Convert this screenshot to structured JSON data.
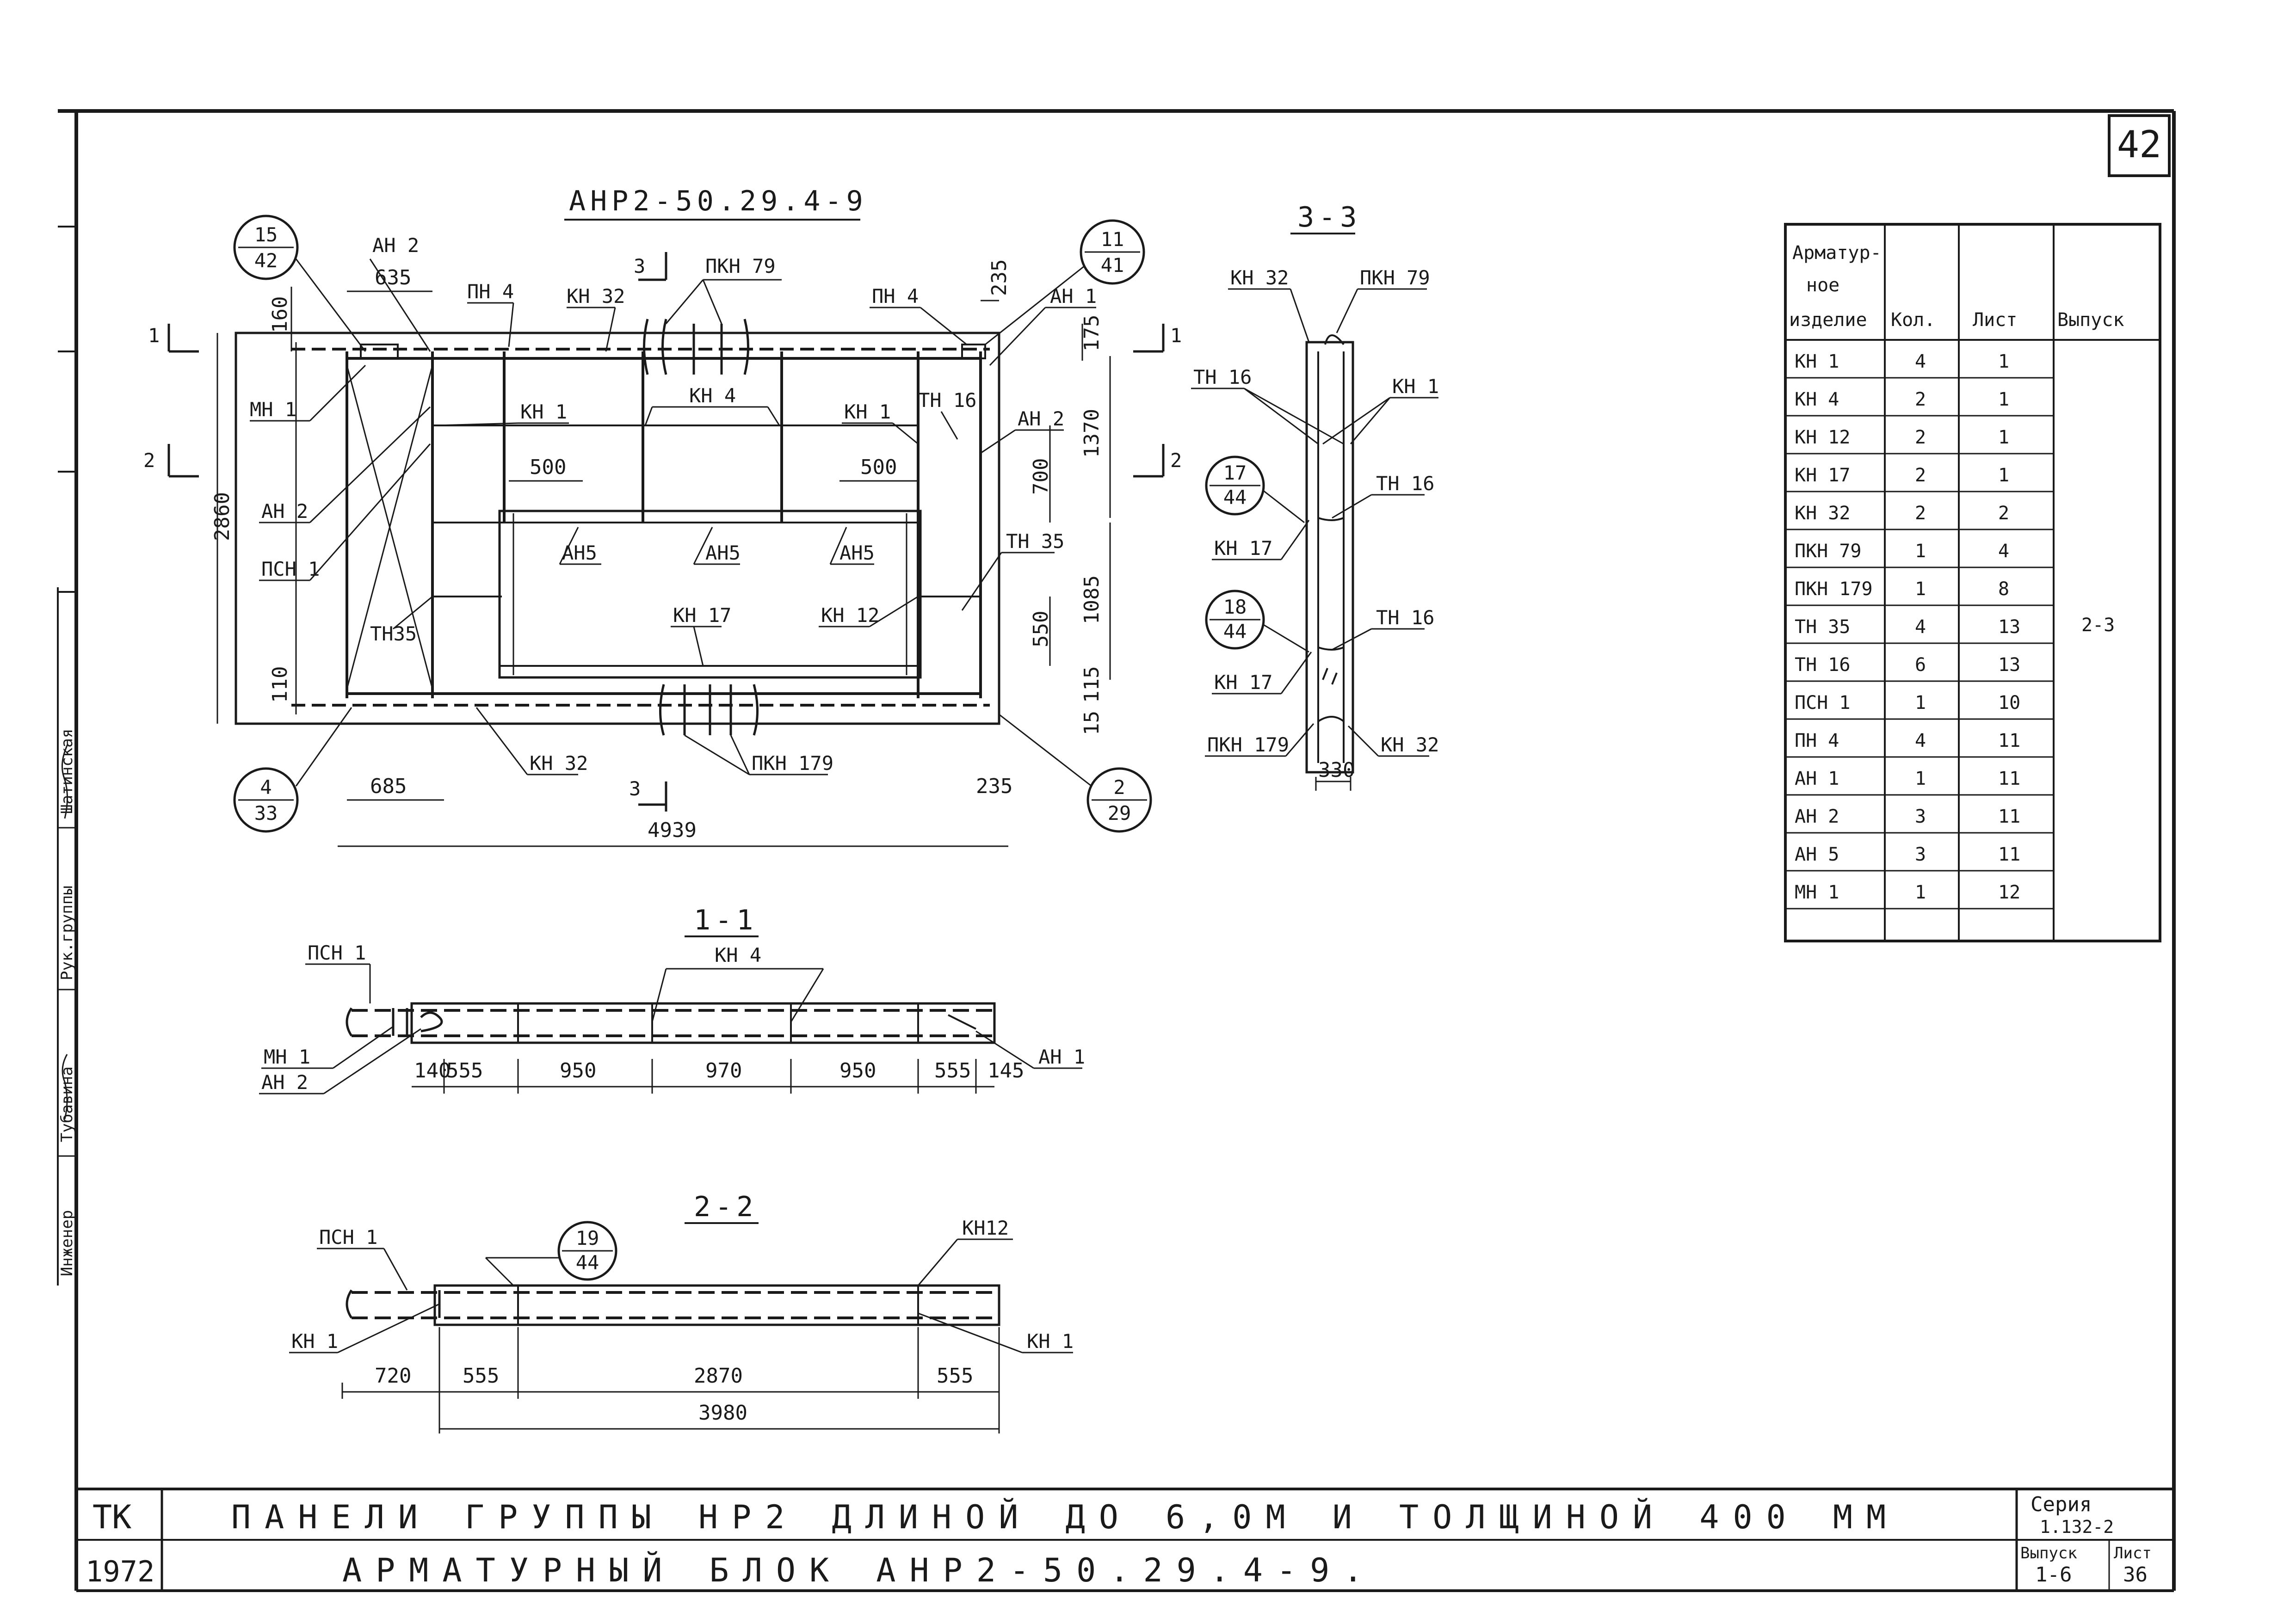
{
  "sheet_number": "42",
  "main_view_title": "АНР2-50.29.4-9",
  "section_1_title": "1-1",
  "section_2_title": "2-2",
  "section_3_title": "3-3",
  "main_view": {
    "labels": {
      "ah2_top": "АН 2",
      "pn4_left": "ПН 4",
      "kn32_top": "КН 32",
      "pkn79_top": "ПКН 79",
      "pn4_right": "ПН 4",
      "ah1": "АН 1",
      "mn1": "МН 1",
      "kn1_left": "КН 1",
      "kn4": "КН 4",
      "kn1_right": "КН 1",
      "tn16": "ТН 16",
      "ah2_right": "АН 2",
      "ah2_left": "АН 2",
      "psn1": "ПСН 1",
      "ah5_1": "АН5",
      "ah5_2": "АН5",
      "ah5_3": "АН5",
      "tn35_right": "ТН 35",
      "tn35_left": "ТН35",
      "kn17": "КН 17",
      "kn12": "КН 12",
      "kn32_bottom": "КН 32",
      "pkn179": "ПКН 179",
      "cut1_left": "1",
      "cut1_right": "1",
      "cut2_left": "2",
      "cut2_right": "2",
      "cut3_top": "3",
      "cut3_bottom": "3"
    },
    "dims": {
      "d635": "635",
      "d235_top": "235",
      "d160": "160",
      "d175": "175",
      "d2860": "2860",
      "d1370": "1370",
      "d700": "700",
      "d500_left": "500",
      "d500_right": "500",
      "d1085": "1085",
      "d550": "550",
      "d115": "115",
      "d15": "15",
      "d110": "110",
      "d685": "685",
      "d235_bottom": "235",
      "d4939": "4939"
    },
    "refs": [
      {
        "top": "15",
        "bottom": "42"
      },
      {
        "top": "11",
        "bottom": "41"
      },
      {
        "top": "4",
        "bottom": "33"
      },
      {
        "top": "2",
        "bottom": "29"
      }
    ]
  },
  "section_3": {
    "labels": {
      "kn32_top": "КН 32",
      "pkn79": "ПКН 79",
      "tn16_left": "ТН 16",
      "kn1": "КН 1",
      "tn16_r1": "ТН 16",
      "kn17_a": "КН 17",
      "tn16_r2": "ТН 16",
      "kn17_b": "КН 17",
      "pkn179": "ПКН 179",
      "kn32_bottom": "КН 32",
      "d330": "330"
    },
    "refs": [
      {
        "top": "17",
        "bottom": "44"
      },
      {
        "top": "18",
        "bottom": "44"
      }
    ]
  },
  "section_1": {
    "labels": {
      "psn1": "ПСН 1",
      "kn4": "КН 4",
      "mn1": "МН 1",
      "ah2": "АН 2",
      "ah1": "АН 1"
    },
    "dims": [
      "140",
      "555",
      "950",
      "970",
      "950",
      "555",
      "145"
    ]
  },
  "section_2": {
    "labels": {
      "psn1": "ПСН 1",
      "kn12": "КН12",
      "kn1_left": "КН 1",
      "kn1_right": "КН 1"
    },
    "dims": [
      "720",
      "555",
      "2870",
      "555"
    ],
    "total": "3980",
    "ref": {
      "top": "19",
      "bottom": "44"
    }
  },
  "spec_table": {
    "headers": [
      "Арматур-ное изделие",
      "Кол.",
      "Лист",
      "Выпуск"
    ],
    "header_lines": [
      "Арматур-",
      "ное",
      "изделие"
    ],
    "rows": [
      [
        "КН 1",
        "4",
        "1"
      ],
      [
        "КН 4",
        "2",
        "1"
      ],
      [
        "КН 12",
        "2",
        "1"
      ],
      [
        "КН 17",
        "2",
        "1"
      ],
      [
        "КН 32",
        "2",
        "2"
      ],
      [
        "ПКН 79",
        "1",
        "4"
      ],
      [
        "ПКН 179",
        "1",
        "8"
      ],
      [
        "ТН 35",
        "4",
        "13"
      ],
      [
        "ТН 16",
        "6",
        "13"
      ],
      [
        "ПСН 1",
        "1",
        "10"
      ],
      [
        "ПН 4",
        "4",
        "11"
      ],
      [
        "АН 1",
        "1",
        "11"
      ],
      [
        "АН 2",
        "3",
        "11"
      ],
      [
        "АН 5",
        "3",
        "11"
      ],
      [
        "МН 1",
        "1",
        "12"
      ]
    ],
    "issue": "2-3"
  },
  "side_stamp": {
    "role1": "Инженер",
    "role2": "Рук.группы",
    "name1": "Тубавина",
    "name2": "Шатинская"
  },
  "title_block": {
    "code": "ТК",
    "year": "1972",
    "line1": "ПАНЕЛИ ГРУППЫ НР2 ДЛИНОЙ ДО 6,0М И ТОЛЩИНОЙ 400 ММ",
    "line2": "АРМАТУРНЫЙ БЛОК АНР2-50.29.4-9.",
    "series_label": "Серия",
    "series_value": "1.132-2",
    "issue_label": "Выпуск",
    "issue_value": "1-6",
    "sheet_label": "Лист",
    "sheet_value": "36"
  }
}
